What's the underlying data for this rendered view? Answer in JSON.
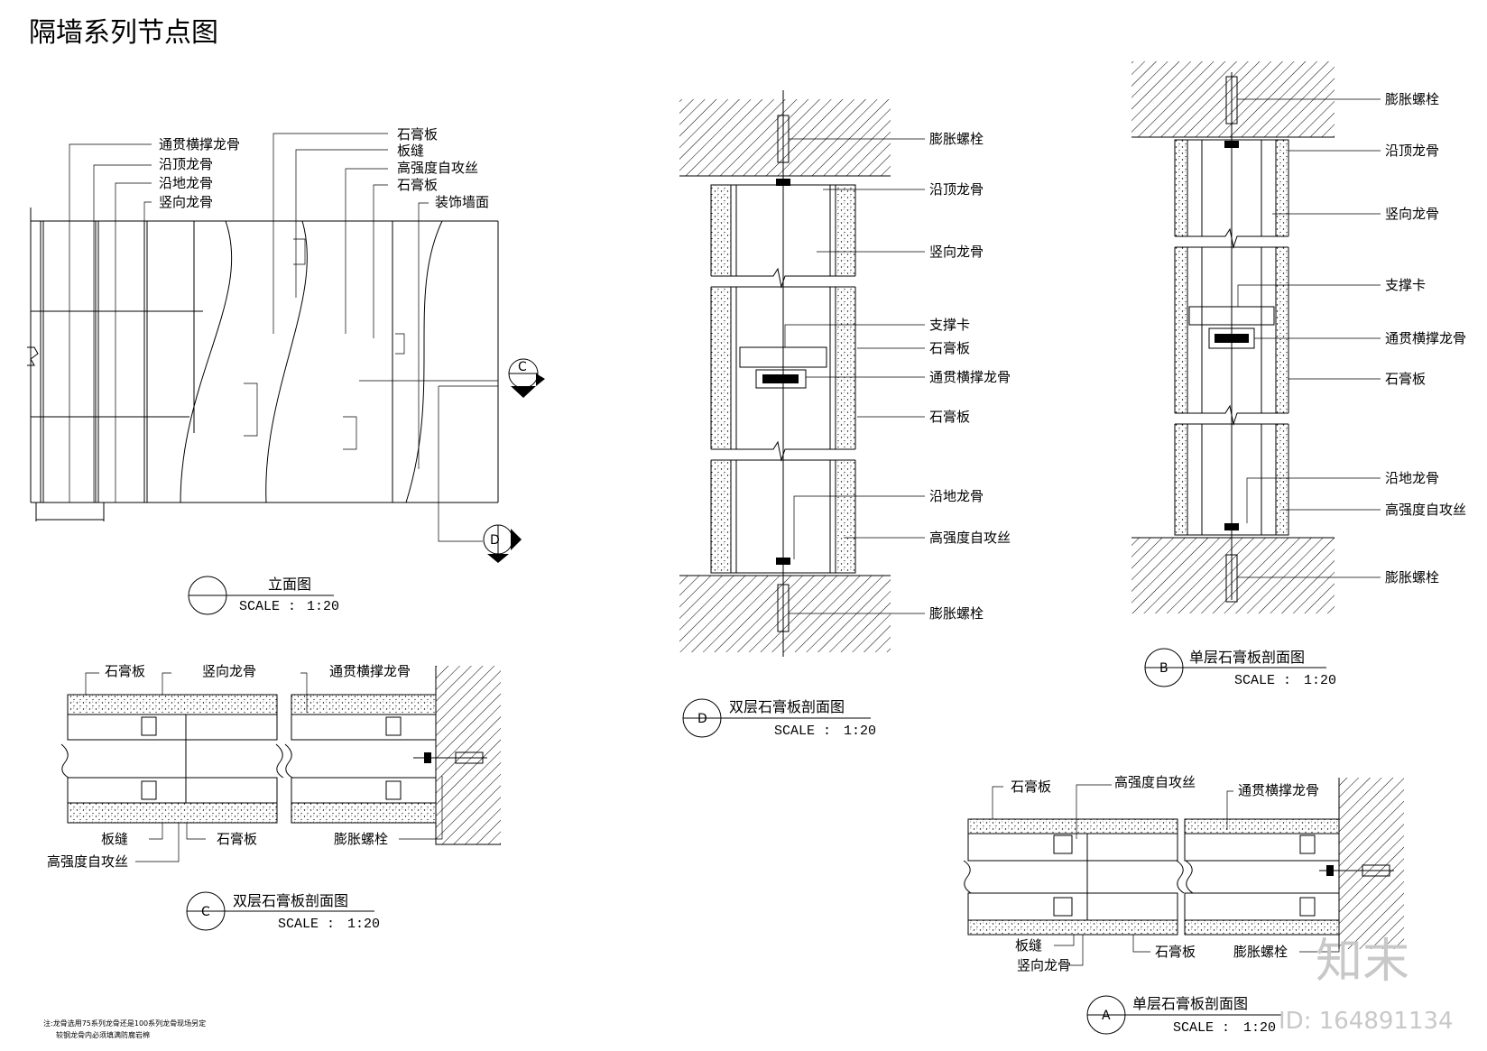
{
  "title": "隔墙系列节点图",
  "elevation": {
    "labels_left": [
      "通贯横撑龙骨",
      "沿顶龙骨",
      "沿地龙骨",
      "竖向龙骨"
    ],
    "labels_right": [
      "石膏板",
      "板缝",
      "高强度自攻丝",
      "石膏板",
      "装饰墙面"
    ],
    "marker_c": "C",
    "marker_d": "D",
    "caption": "立面图",
    "scale_label": "SCALE :",
    "scale_value": "1:20"
  },
  "detail_c": {
    "label_gypsum_top": "石膏板",
    "label_stud_top": "竖向龙骨",
    "label_brace_top": "通贯横撑龙骨",
    "label_seam": "板缝",
    "label_gypsum_bottom": "石膏板",
    "label_screw": "高强度自攻丝",
    "label_anchor": "膨胀螺栓",
    "bubble": "C",
    "caption": "双层石膏板剖面图",
    "scale_label": "SCALE :",
    "scale_value": "1:20"
  },
  "detail_d": {
    "labels": [
      "膨胀螺栓",
      "沿顶龙骨",
      "竖向龙骨",
      "支撑卡",
      "石膏板",
      "通贯横撑龙骨",
      "石膏板",
      "沿地龙骨",
      "高强度自攻丝",
      "膨胀螺栓"
    ],
    "bubble": "D",
    "caption": "双层石膏板剖面图",
    "scale_label": "SCALE :",
    "scale_value": "1:20"
  },
  "detail_b": {
    "labels": [
      "膨胀螺栓",
      "沿顶龙骨",
      "竖向龙骨",
      "支撑卡",
      "通贯横撑龙骨",
      "石膏板",
      "沿地龙骨",
      "高强度自攻丝",
      "膨胀螺栓"
    ],
    "bubble": "B",
    "caption": "单层石膏板剖面图",
    "scale_label": "SCALE :",
    "scale_value": "1:20"
  },
  "detail_a": {
    "label_gypsum_top": "石膏板",
    "label_screw_top": "高强度自攻丝",
    "label_brace_top": "通贯横撑龙骨",
    "label_seam": "板缝",
    "label_stud": "竖向龙骨",
    "label_gypsum_bottom": "石膏板",
    "label_anchor": "膨胀螺栓",
    "bubble": "A",
    "caption": "单层石膏板剖面图",
    "scale_label": "SCALE :",
    "scale_value": "1:20"
  },
  "note_lines": [
    "注:龙骨选用75系列龙骨还是100系列龙骨现场另定",
    "较钢龙骨内必须填满防腐岩棉"
  ],
  "watermark": {
    "logo": "知末",
    "id_text": "ID: 164891134"
  }
}
